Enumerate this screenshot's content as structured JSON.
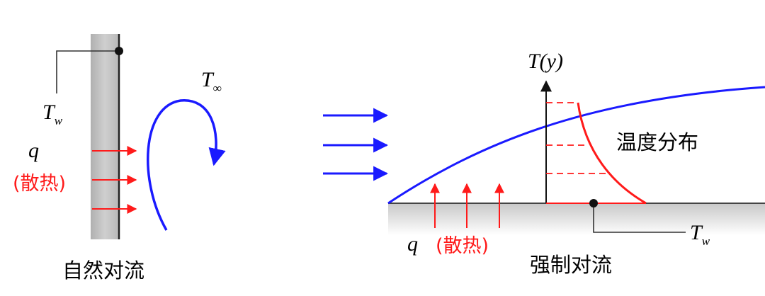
{
  "colors": {
    "flow": "#1a1aff",
    "heat": "#ff1a1a",
    "wall": "#c8c8c8",
    "line": "#222222",
    "text": "#000000"
  },
  "natural": {
    "caption": "自然对流",
    "q_label": "q",
    "heat_label": "(散热)",
    "t_wall": {
      "base": "T",
      "sub": "w"
    },
    "t_inf": {
      "base": "T",
      "sub": "∞"
    }
  },
  "forced": {
    "caption": "强制对流",
    "q_label": "q",
    "heat_label": "(散热)",
    "axis_label": "T(y)",
    "profile_label": "温度分布",
    "t_wall": {
      "base": "T",
      "sub": "w"
    }
  }
}
